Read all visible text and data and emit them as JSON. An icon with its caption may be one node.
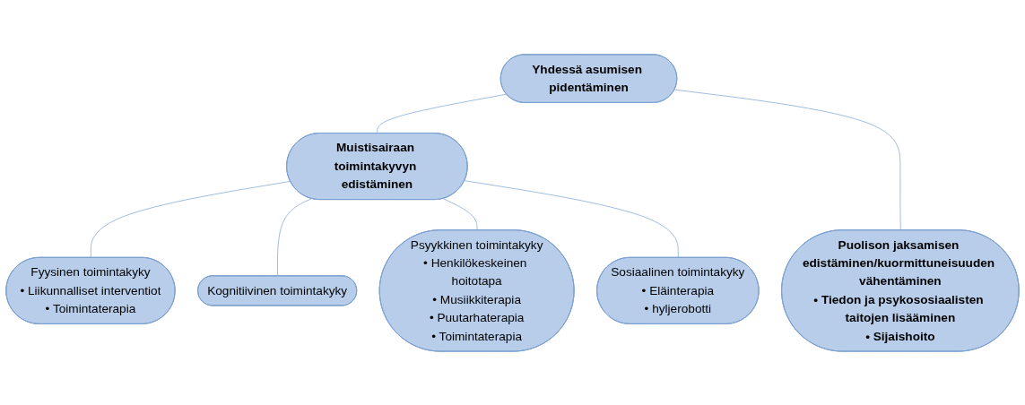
{
  "diagram": {
    "nodes": [
      {
        "text": [
          "Yhdessä asumisen pidentäminen"
        ]
      },
      {
        "text": [
          "Muistisairaan toimintakyvyn edistäminen"
        ]
      },
      {
        "text": [
          "Puolison jaksamisen edistäminen/kuormittuneisuuden vähentäminen",
          "• Tiedon ja psykososiaalisten taitojen lisääminen",
          "• Sijaishoito"
        ]
      },
      {
        "text": [
          "Fyysinen toimintakyky",
          "• Liikunnalliset interventiot",
          "• Toimintaterapia"
        ]
      },
      {
        "text": [
          "Kognitiivinen toimintakyky"
        ]
      },
      {
        "text": [
          "Psyykkinen toimintakyky",
          "• Henkilökeskeinen hoitotapa",
          "• Musiikkiterapia",
          "• Puutarhaterapia",
          "• Toimintaterapia"
        ]
      },
      {
        "text": [
          "Sosiaalinen toimintakyky",
          "• Eläinterapia",
          "• hyljerobotti"
        ]
      }
    ],
    "edges": [
      {
        "from": 0,
        "to": 1,
        "arrow": "none"
      },
      {
        "from": 0,
        "to": 2,
        "arrow": "none"
      },
      {
        "from": 1,
        "to": 3,
        "arrow": "none"
      },
      {
        "from": 1,
        "to": 4,
        "arrow": "none"
      },
      {
        "from": 1,
        "to": 5,
        "arrow": "none"
      },
      {
        "from": 1,
        "to": 6,
        "arrow": "none"
      }
    ]
  }
}
